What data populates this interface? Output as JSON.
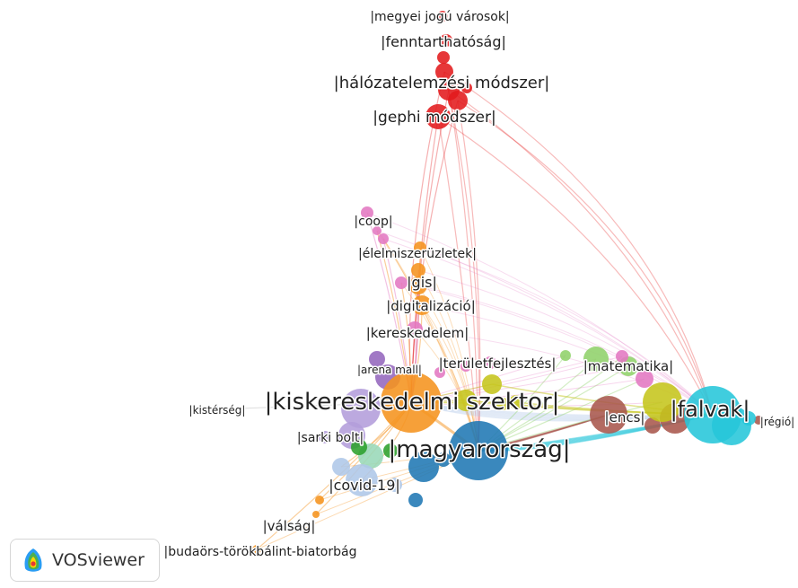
{
  "app": {
    "brand": "VOSviewer"
  },
  "labels": [
    {
      "id": "megyei_jogu_varosok",
      "text": "|megyei jogú városok|",
      "color": "#e31a1c"
    },
    {
      "id": "fenntarthatosag",
      "text": "|fenntarthatóság|",
      "color": "#e31a1c"
    },
    {
      "id": "halozatelemzesi_modszer",
      "text": "|hálózatelemzési módszer|",
      "color": "#e31a1c"
    },
    {
      "id": "gephi_modszer",
      "text": "|gephi módszer|",
      "color": "#e31a1c"
    },
    {
      "id": "coop",
      "text": "|coop|",
      "color": "#e377c2"
    },
    {
      "id": "elelmiszeruzletek",
      "text": "|élelmiszerüzletek|",
      "color": "#f5931e"
    },
    {
      "id": "gis",
      "text": "|gis|",
      "color": "#e377c2"
    },
    {
      "id": "digitalizacio",
      "text": "|digitalizáció|",
      "color": "#f5931e"
    },
    {
      "id": "kereskedelem",
      "text": "|kereskedelem|",
      "color": "#e377c2"
    },
    {
      "id": "arena_mall",
      "text": "|arena mall|",
      "color": "#9467bd"
    },
    {
      "id": "teruletfejlesztes",
      "text": "|területfejlesztés|",
      "color": "#f7b6c2"
    },
    {
      "id": "matematika",
      "text": "|matematika|",
      "color": "#8fd16a"
    },
    {
      "id": "kisterseg",
      "text": "|kistérség|",
      "color": "#9e9e9e"
    },
    {
      "id": "kiskereskedelmi_szektor",
      "text": "|kiskereskedelmi szektor|",
      "color": "#f5931e"
    },
    {
      "id": "encs",
      "text": "|encs|",
      "color": "#a8574c"
    },
    {
      "id": "falvak",
      "text": "|falvak|",
      "color": "#26c6da"
    },
    {
      "id": "regio",
      "text": "|régió|",
      "color": "#a8574c"
    },
    {
      "id": "sarki_bolt",
      "text": "|sarki bolt|",
      "color": "#b39ddb"
    },
    {
      "id": "magyarorszag",
      "text": "|magyarország|",
      "color": "#1f77b4"
    },
    {
      "id": "covid_19",
      "text": "|covid-19|",
      "color": "#aec7e8"
    },
    {
      "id": "valsag",
      "text": "|válság|",
      "color": "#f5b87a"
    },
    {
      "id": "budaors",
      "text": "|budaörs-törökbálint-biatorbág",
      "color": "#f5b87a"
    }
  ],
  "colors": {
    "red": "#e31a1c",
    "orange": "#f5931e",
    "pink": "#e377c2",
    "purple": "#9467bd",
    "lavender": "#b39ddb",
    "blue": "#1f77b4",
    "cyan": "#26c6da",
    "brown": "#a8574c",
    "olive": "#c5c51b",
    "lightgreen": "#8fd16a",
    "green": "#2ca02c",
    "lightblue": "#aec7e8",
    "mint": "#98d8b8"
  }
}
